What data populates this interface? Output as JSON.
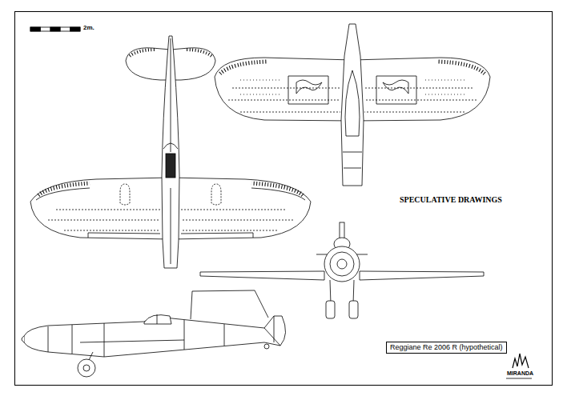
{
  "diagram": {
    "nodes": [
      {
        "text": [
          "Reggiane Re 2006 R (hypothetical)"
        ]
      }
    ],
    "labels": [
      "2m.",
      "SPECULATIVE DRAWINGS",
      "MIRANDA"
    ]
  }
}
